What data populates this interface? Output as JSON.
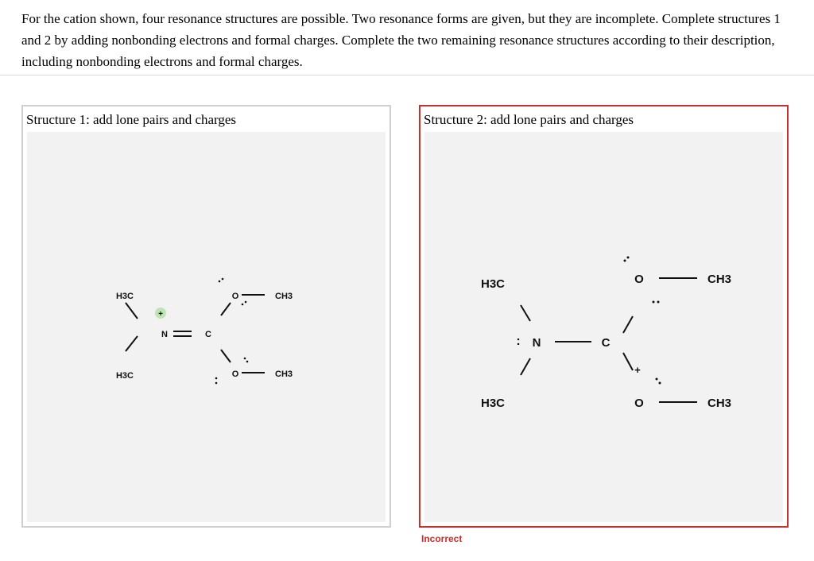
{
  "instructions": "For the cation shown, four resonance structures are possible. Two resonance forms are given, but they are incomplete. Complete structures 1 and 2 by adding nonbonding electrons and formal charges. Complete the two remaining resonance structures according to their description, including nonbonding electrons and formal charges.",
  "structure1": {
    "label": "Structure 1: add lone pairs and charges",
    "atoms": {
      "h3c_top": "H3C",
      "h3c_bottom": "H3C",
      "n": "N",
      "c": "C",
      "o_top": "O",
      "o_bottom": "O",
      "ch3_top": "CH3",
      "ch3_bottom": "CH3"
    },
    "charge": "+",
    "accent_color": "#bfe3b4"
  },
  "structure2": {
    "label": "Structure 2: add lone pairs and charges",
    "atoms": {
      "h3c_top": "H3C",
      "h3c_bottom": "H3C",
      "n": "N",
      "c": "C",
      "o_top": "O",
      "o_bottom": "O",
      "ch3_top": "CH3",
      "ch3_bottom": "CH3"
    },
    "charge": "+",
    "lone_pair": ":"
  },
  "status": "Incorrect",
  "colors": {
    "incorrect": "#c8302c",
    "panel_border": "#cfcfcf",
    "canvas_bg": "#f2f2f2"
  }
}
